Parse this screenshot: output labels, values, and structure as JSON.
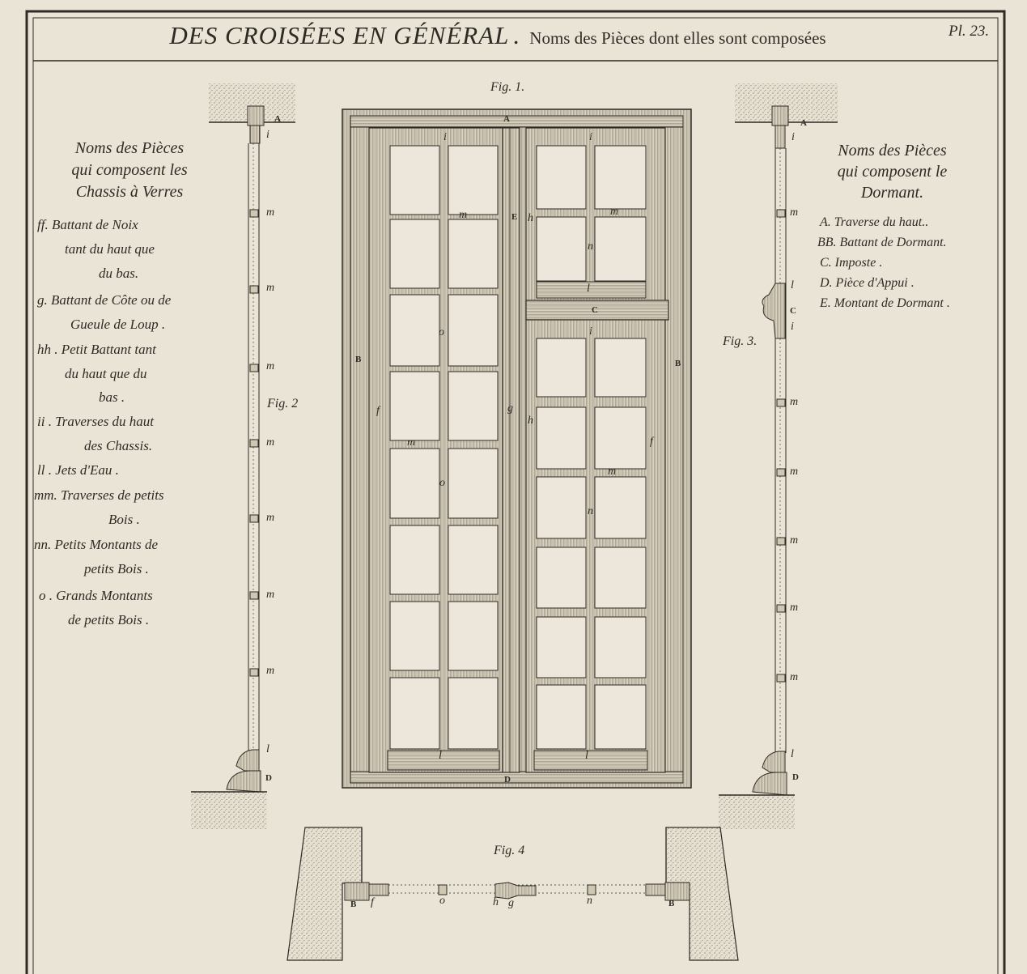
{
  "title": {
    "main": "DES CROISÉES EN GÉNÉRAL",
    "separator": ".",
    "subtitle": "Noms des Pièces dont elles sont composées",
    "plate_number": "Pl. 23."
  },
  "left_legend": {
    "heading": [
      "Noms des Pièces",
      "qui composent les",
      "Chassis à Verres"
    ],
    "items": [
      "ff. Battant de Noix",
      "tant du haut que",
      "du bas.",
      "g. Battant de Côte ou de",
      "Gueule de Loup .",
      "hh . Petit Battant tant",
      "du haut que du",
      "bas .",
      "ii . Traverses du haut",
      "des Chassis.",
      "ll . Jets d'Eau .",
      "mm. Traverses de petits",
      "Bois .",
      "nn. Petits Montants de",
      "petits Bois .",
      "o . Grands Montants",
      "de petits Bois ."
    ]
  },
  "right_legend": {
    "heading": [
      "Noms des Pièces",
      "qui composent le",
      "Dormant."
    ],
    "items": [
      "A. Traverse du haut..",
      "BB. Battant de Dormant.",
      "C. Imposte .",
      "D. Pièce d'Appui .",
      "E. Montant de Dormant ."
    ]
  },
  "figures": {
    "fig1": "Fig. 1.",
    "fig2": "Fig. 2",
    "fig3": "Fig. 3.",
    "fig4": "Fig. 4"
  },
  "labels": {
    "A": "A",
    "B": "B",
    "C": "C",
    "D": "D",
    "E": "E",
    "f": "f",
    "g": "g",
    "h": "h",
    "i": "i",
    "l": "l",
    "m": "m",
    "n": "n",
    "o": "o"
  }
}
